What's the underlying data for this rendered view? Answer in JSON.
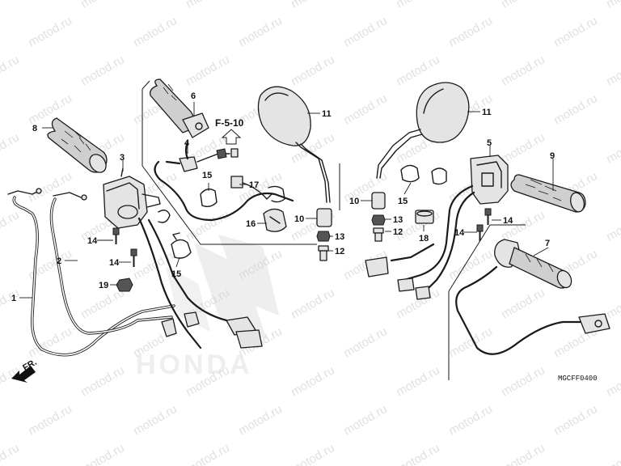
{
  "watermark": "motod.ru",
  "reference": "F-5-10",
  "direction_label": "FR.",
  "diagram_code": "MGCFF0400",
  "brand": "HONDA",
  "callouts": [
    "1",
    "2",
    "3",
    "4",
    "5",
    "6",
    "7",
    "8",
    "9",
    "10",
    "11",
    "12",
    "13",
    "14",
    "15",
    "16",
    "17",
    "18",
    "19"
  ],
  "colors": {
    "line": "#1a1a1a",
    "watermark": "#c8c8c8",
    "part_fill": "#e4e4e4",
    "background": "#ffffff"
  }
}
